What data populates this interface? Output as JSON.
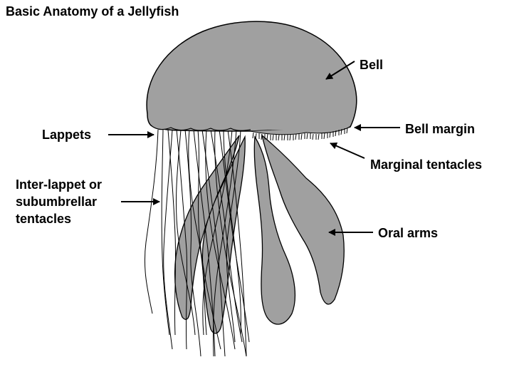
{
  "title": "Basic Anatomy of a Jellyfish",
  "labels": {
    "bell": "Bell",
    "bell_margin": "Bell margin",
    "lappets": "Lappets",
    "marginal_tentacles": "Marginal tentacles",
    "inter_lappet_line1": "Inter-lappet or",
    "inter_lappet_line2": "subumbrellar",
    "inter_lappet_line3": "tentacles",
    "oral_arms": "Oral arms"
  },
  "colors": {
    "body_fill": "#a0a0a0",
    "outline": "#000000",
    "background": "#ffffff"
  }
}
